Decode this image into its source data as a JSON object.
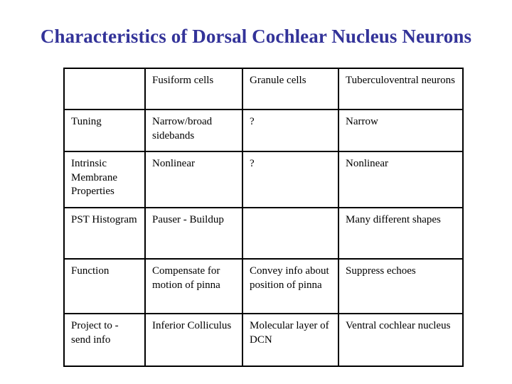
{
  "slide": {
    "title": "Characteristics of Dorsal Cochlear Nucleus Neurons",
    "title_color": "#333399",
    "background_color": "#ffffff"
  },
  "table": {
    "header_background": "#dedefa",
    "row_label_background": "#fcdf82",
    "cell_background": "#ffffff",
    "border_color": "#000000",
    "corner_cell": "",
    "columns": [
      "Fusiform cells",
      "Granule cells",
      "Tuberculoventral neurons"
    ],
    "rows": [
      {
        "label": "Tuning",
        "cells": [
          "Narrow/broad sidebands",
          "?",
          "Narrow"
        ]
      },
      {
        "label": "Intrinsic Membrane Properties",
        "cells": [
          "Nonlinear",
          "?",
          "Nonlinear"
        ]
      },
      {
        "label": "PST Histogram",
        "cells": [
          "Pauser - Buildup",
          "",
          "Many different shapes"
        ]
      },
      {
        "label": "Function",
        "cells": [
          "Compensate for motion of pinna",
          "Convey info about position of pinna",
          "Suppress echoes"
        ]
      },
      {
        "label": "Project to - send info",
        "cells": [
          "Inferior Colliculus",
          "Molecular layer of DCN",
          "Ventral cochlear nucleus"
        ]
      }
    ]
  }
}
